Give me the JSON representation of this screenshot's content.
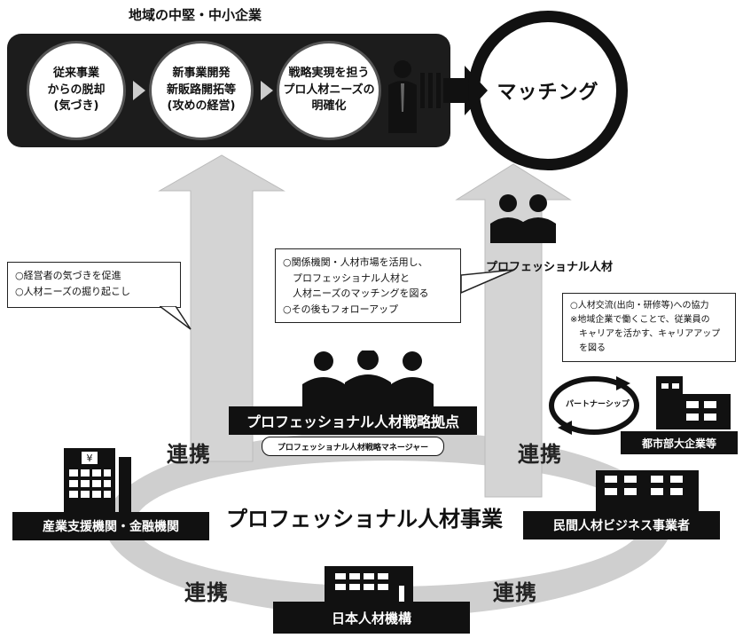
{
  "top": {
    "title": "地域の中堅・中小企業",
    "steps": [
      "従来事業\nからの脱却\n(気づき)",
      "新事業開発\n新販路開拓等\n(攻めの経営)",
      "戦略実現を担う\nプロ人材ニーズの\n明確化"
    ],
    "matching": "マッチング"
  },
  "professional_label": "プロフェッショナル人材",
  "notes": {
    "left": "○経営者の気づきを促進\n○人材ニーズの掘り起こし",
    "center": "○関係機関・人材市場を活用し、\n　プロフェッショナル人材と\n　人材ニーズのマッチングを図る\n○その後もフォローアップ",
    "right": "○人材交流(出向・研修等)への協力\n※地域企業で働くことで、従業員の\n　キャリアを活かす、キャリアアップ\n　を図る"
  },
  "hub": {
    "title": "プロフェッショナル人材戦略拠点",
    "manager": "プロフェッショナル人材戦略マネージャー"
  },
  "project_label": "プロフェッショナル人材事業",
  "renkei": "連携",
  "partner": "パートナーシップ",
  "orgs": {
    "left": "産業支援機関・金融機関",
    "right": "民間人材ビジネス事業者",
    "bottom": "日本人材機構",
    "corp": "都市部大企業等"
  },
  "colors": {
    "dark": "#111111",
    "arrow": "#cfcfcf",
    "ring": "#cfcfcf"
  }
}
